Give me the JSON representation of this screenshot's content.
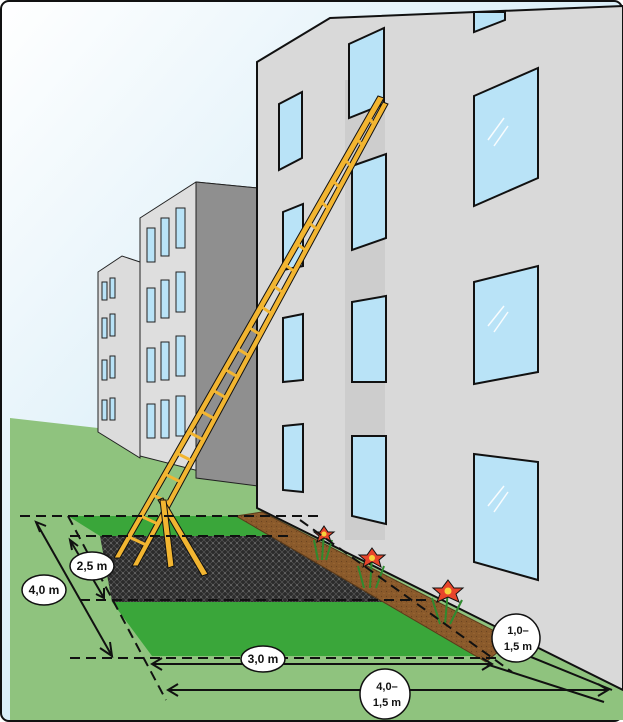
{
  "diagram": {
    "labels": {
      "ladder_foot_width": "2,5 m",
      "ladder_zone_depth": "4,0 m",
      "width_along_wall": "3,0 m",
      "bed_width_line1": "1,0–",
      "bed_width_line2": "1,5 m",
      "distance_line1": "4,0–",
      "distance_line2": "1,5 m"
    },
    "colors": {
      "sky": "#cfe8f5",
      "lawn": "#8fc37e",
      "protected_zone_green": "#3aa63a",
      "gravel": "#2a2a2a",
      "flower_bed": "#8a5a2b",
      "facade": "#d9d9d9",
      "facade_shade": "#c4c4c4",
      "window": "#b9e3f7",
      "ladder": "#f2b531",
      "outline": "#111111"
    }
  }
}
